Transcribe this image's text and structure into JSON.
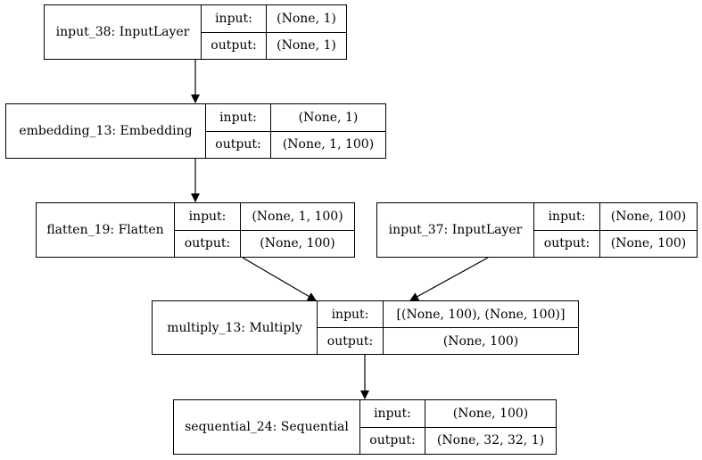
{
  "labels": {
    "input_label": "input:",
    "output_label": "output:"
  },
  "nodes": [
    {
      "id": "input_38",
      "name": "input_38: InputLayer",
      "input": "(None, 1)",
      "output": "(None, 1)"
    },
    {
      "id": "embedding_13",
      "name": "embedding_13: Embedding",
      "input": "(None, 1)",
      "output": "(None, 1, 100)"
    },
    {
      "id": "flatten_19",
      "name": "flatten_19: Flatten",
      "input": "(None, 1, 100)",
      "output": "(None, 100)"
    },
    {
      "id": "input_37",
      "name": "input_37: InputLayer",
      "input": "(None, 100)",
      "output": "(None, 100)"
    },
    {
      "id": "multiply_13",
      "name": "multiply_13: Multiply",
      "input": "[(None, 100), (None, 100)]",
      "output": "(None, 100)"
    },
    {
      "id": "sequential_24",
      "name": "sequential_24: Sequential",
      "input": "(None, 100)",
      "output": "(None, 32, 32, 1)"
    }
  ],
  "edges": [
    {
      "from": "input_38",
      "to": "embedding_13"
    },
    {
      "from": "embedding_13",
      "to": "flatten_19"
    },
    {
      "from": "flatten_19",
      "to": "multiply_13"
    },
    {
      "from": "input_37",
      "to": "multiply_13"
    },
    {
      "from": "multiply_13",
      "to": "sequential_24"
    }
  ]
}
